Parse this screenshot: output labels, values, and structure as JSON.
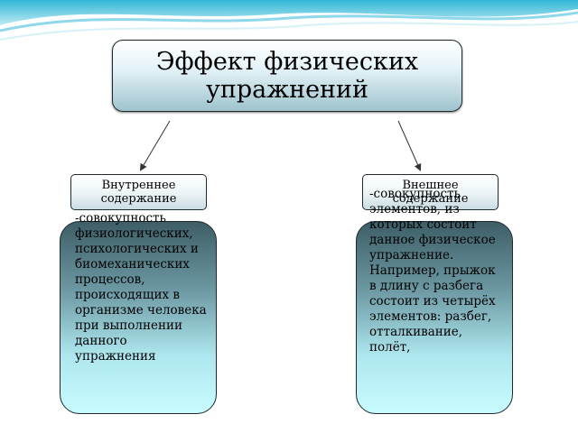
{
  "title": "Эффект физических упражнений",
  "left": {
    "label": "Внутреннее содержание",
    "text": "-совокупность физиологических, психологических и биомеханических процессов, происходящих в организме человека при выполнении данного упражнения"
  },
  "right": {
    "label": "Внешнее содержание",
    "text": "-совокупность элементов, из которых состоит данное физическое упражнение. Например, прыжок в длину с разбега состоит из четырёх элементов: разбег, отталкивание, полёт,"
  },
  "colors": {
    "box_border": "#1e2a2e",
    "content_dark": "#3e5e66",
    "content_light": "#c8fbff",
    "wave": "#4fc2dc"
  }
}
